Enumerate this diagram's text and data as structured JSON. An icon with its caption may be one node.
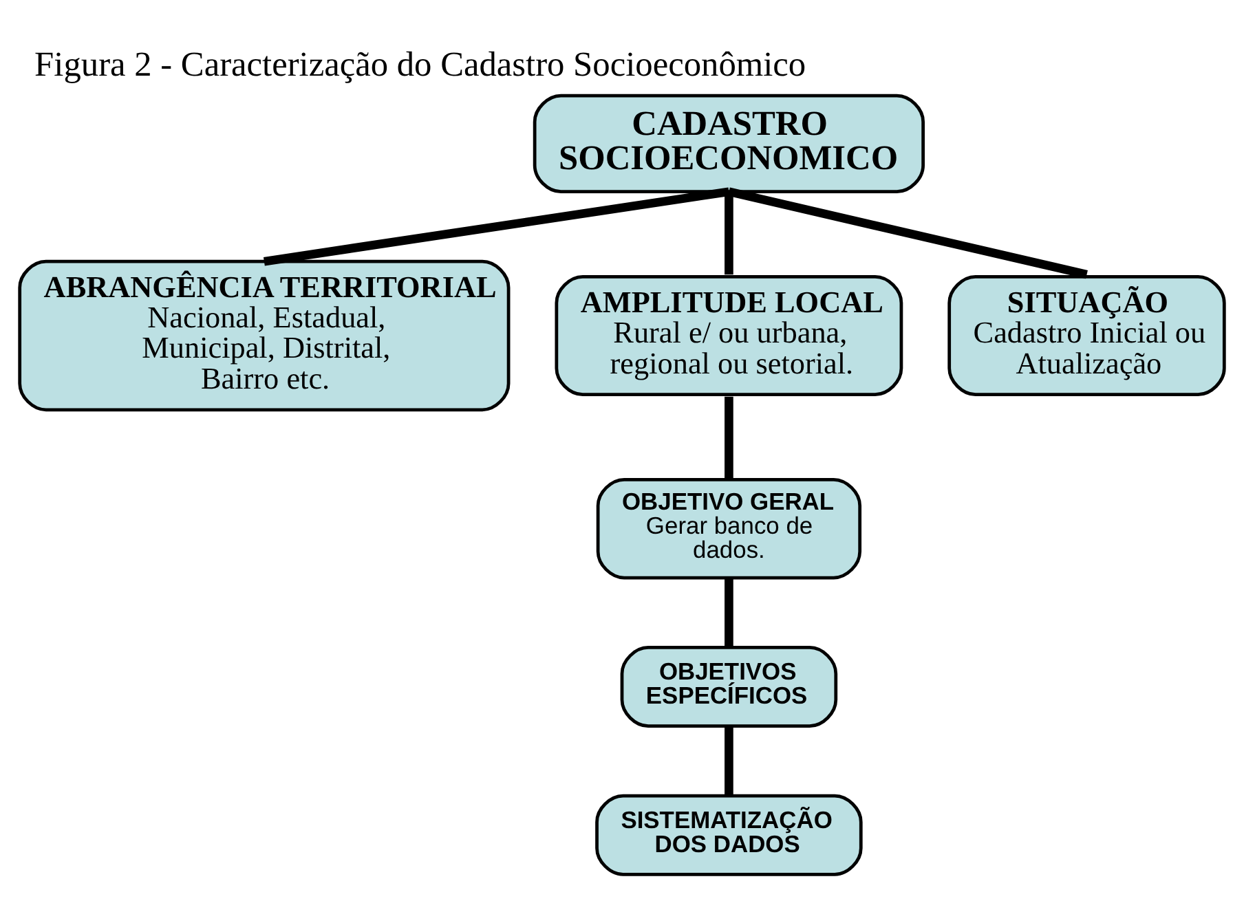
{
  "diagram": {
    "title": "Figura 2 - Caracterização do Cadastro Socioeconômico",
    "nodes": [
      {
        "text": [
          "CADASTRO SOCIOECONOMICO"
        ]
      },
      {
        "text": [
          "ABRANGÊNCIA TERRITORIAL",
          "Nacional, Estadual, Municipal, Distrital, Bairro etc."
        ]
      },
      {
        "text": [
          "AMPLITUDE LOCAL",
          "Rural e/ ou urbana, regional ou setorial."
        ]
      },
      {
        "text": [
          "SITUAÇÃO",
          "Cadastro Inicial ou Atualização"
        ]
      },
      {
        "text": [
          "OBJETIVO GERAL",
          "Gerar banco de dados."
        ]
      },
      {
        "text": [
          "OBJETIVOS ESPECÍFICOS"
        ]
      },
      {
        "text": [
          "SISTEMATIZAÇÃO DOS DADOS"
        ]
      }
    ],
    "edges": [
      {
        "from": 0,
        "to": 1,
        "arrow": "none"
      },
      {
        "from": 0,
        "to": 2,
        "arrow": "none"
      },
      {
        "from": 0,
        "to": 3,
        "arrow": "none"
      },
      {
        "from": 2,
        "to": 4,
        "arrow": "none"
      },
      {
        "from": 4,
        "to": 5,
        "arrow": "none"
      },
      {
        "from": 5,
        "to": 6,
        "arrow": "none"
      }
    ]
  }
}
